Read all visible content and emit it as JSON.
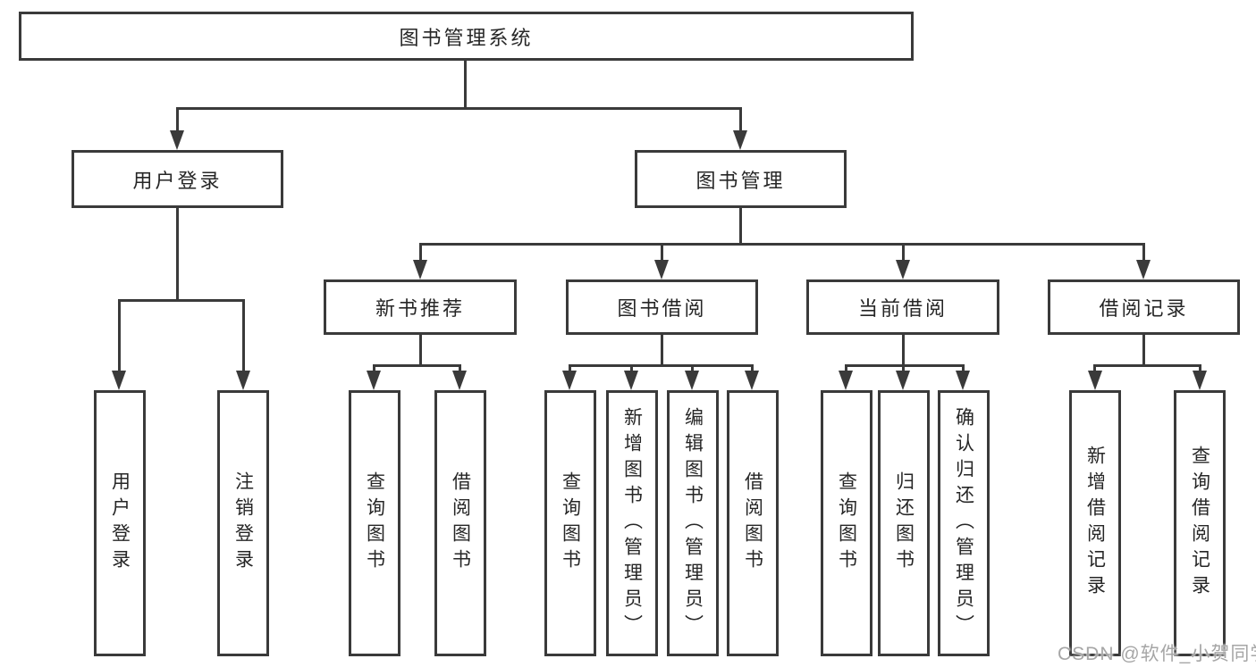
{
  "diagram_type": "functional-structure-tree",
  "tree": {
    "label": "图书管理系统",
    "children": [
      {
        "label": "用户登录",
        "children": [
          {
            "label": "用户登录"
          },
          {
            "label": "注销登录"
          }
        ]
      },
      {
        "label": "图书管理",
        "children": [
          {
            "label": "新书推荐",
            "children": [
              {
                "label": "查询图书"
              },
              {
                "label": "借阅图书"
              }
            ]
          },
          {
            "label": "图书借阅",
            "children": [
              {
                "label": "查询图书"
              },
              {
                "label": "新增图书（管理员）"
              },
              {
                "label": "编辑图书（管理员）"
              },
              {
                "label": "借阅图书"
              }
            ]
          },
          {
            "label": "当前借阅",
            "children": [
              {
                "label": "查询图书"
              },
              {
                "label": "归还图书"
              },
              {
                "label": "确认归还（管理员）"
              }
            ]
          },
          {
            "label": "借阅记录",
            "children": [
              {
                "label": "新增借阅记录"
              },
              {
                "label": "查询借阅记录"
              }
            ]
          }
        ]
      }
    ]
  },
  "watermark": {
    "text": "CSDN @软件_小贺同学"
  },
  "colors": {
    "line": "#3a3a3a",
    "text": "#262626",
    "watermark": "#a6a6a6",
    "background": "#ffffff"
  }
}
